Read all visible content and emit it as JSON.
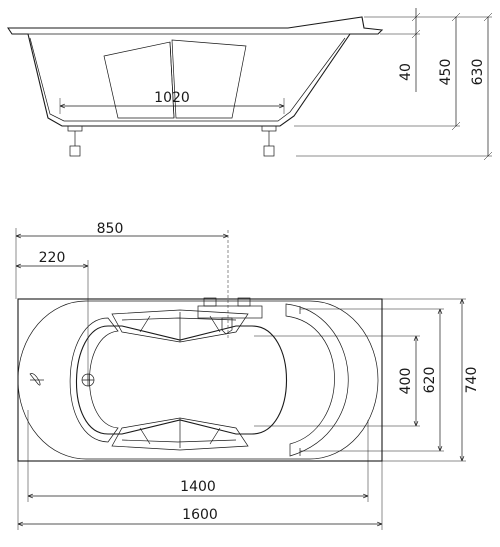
{
  "side_view": {
    "dim_length": "1020",
    "dim_rim": "40",
    "dim_depth": "450",
    "dim_height": "630"
  },
  "top_view": {
    "dim_outlet": "850",
    "dim_drain": "220",
    "dim_width_inner": "400",
    "dim_width_mid": "620",
    "dim_width_total": "740",
    "dim_length_inner": "1400",
    "dim_length_total": "1600"
  },
  "colors": {
    "line": "#1a1a1a",
    "background": "#ffffff"
  }
}
